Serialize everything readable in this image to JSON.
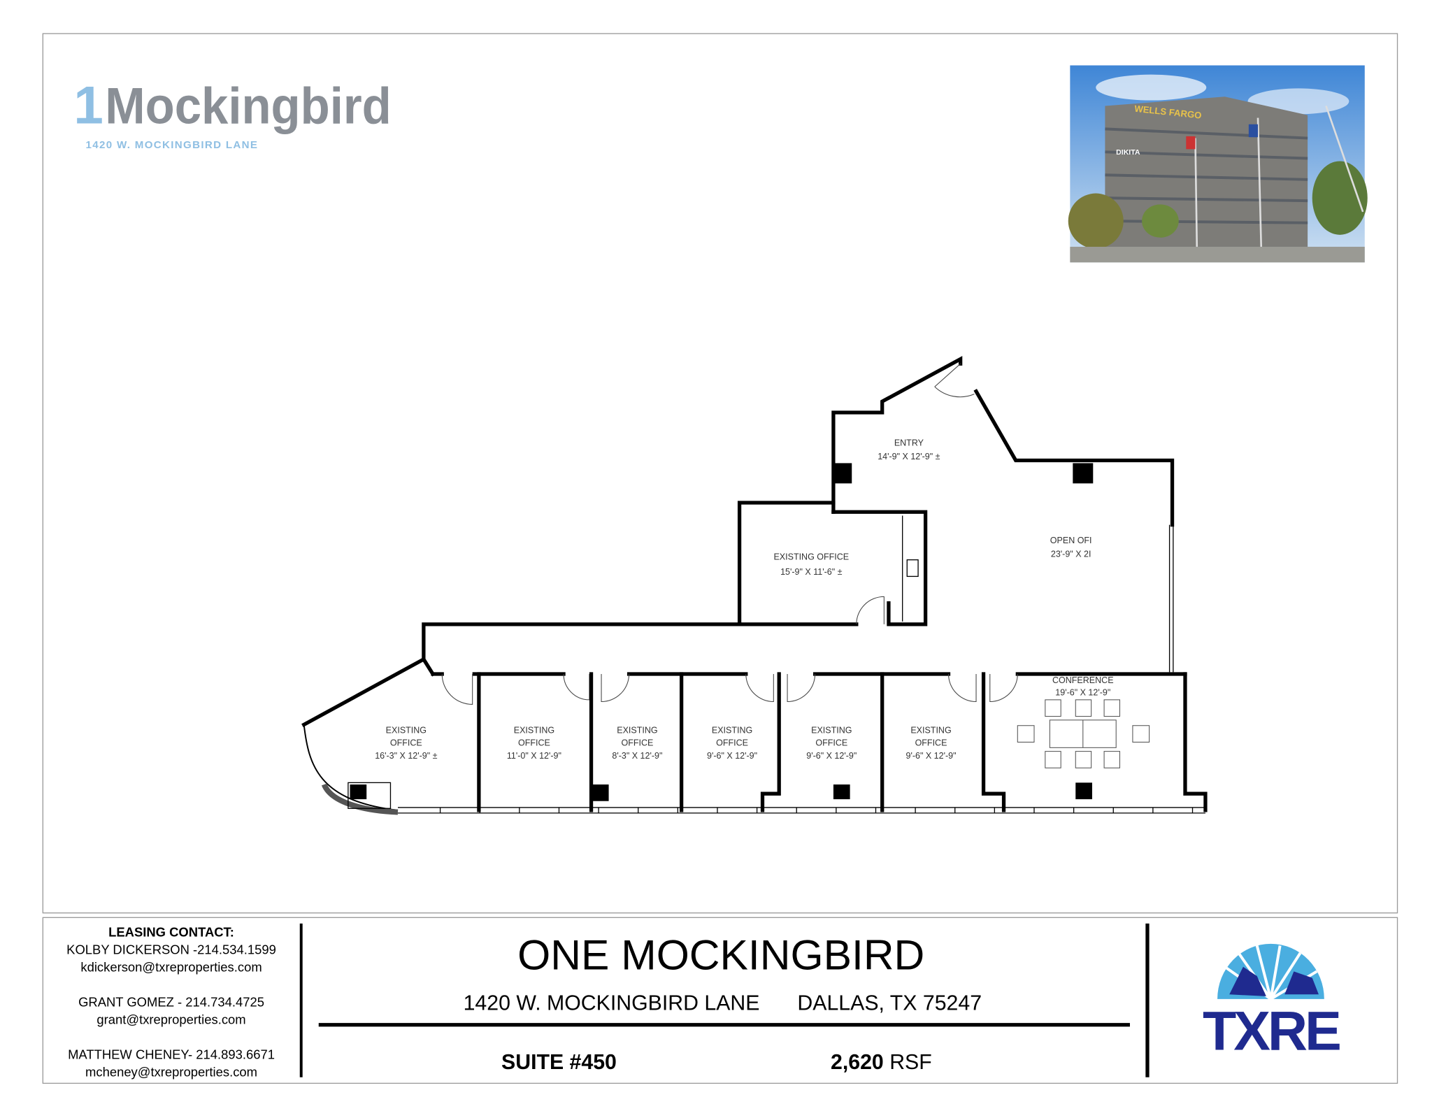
{
  "header": {
    "logo": {
      "numeral": "1",
      "wordmark": "Mockingbird",
      "subtitle": "1420 W. MOCKINGBIRD LANE",
      "gray": "#8a8f96",
      "blue": "#8fbfe3"
    },
    "photo": {
      "signage": [
        "WELLS FARGO",
        "DIKITA"
      ]
    }
  },
  "floorplan": {
    "rooms": [
      {
        "name": "ENTRY",
        "dims": "14'-9\" X 12'-9\" ±"
      },
      {
        "name": "EXISTING OFFICE",
        "dims": "15'-9\" X 11'-6\" ±"
      },
      {
        "name": "OPEN OFI",
        "dims": "23'-9\" X 2I"
      },
      {
        "name": "CONFERENCE",
        "dims": "19'-6\" X 12'-9\""
      },
      {
        "name": "EXISTING OFFICE",
        "dims": "16'-3\" X 12'-9\" ±"
      },
      {
        "name": "EXISTING OFFICE",
        "dims": "11'-0\" X 12'-9\""
      },
      {
        "name": "EXISTING OFFICE",
        "dims": "8'-3\" X 12'-9\""
      },
      {
        "name": "EXISTING OFFICE",
        "dims": "9'-6\" X 12'-9\""
      },
      {
        "name": "EXISTING OFFICE",
        "dims": "9'-6\" X 12'-9\""
      },
      {
        "name": "EXISTING OFFICE",
        "dims": "9'-6\" X 12'-9\""
      }
    ]
  },
  "footer": {
    "contact_heading": "LEASING CONTACT:",
    "contacts": [
      {
        "line": "KOLBY DICKERSON -214.534.1599",
        "email": "kdickerson@txreproperties.com"
      },
      {
        "line": "GRANT GOMEZ - 214.734.4725",
        "email": "grant@txreproperties.com"
      },
      {
        "line": "MATTHEW CHENEY- 214.893.6671",
        "email": "mcheney@txreproperties.com"
      }
    ],
    "title": "ONE MOCKINGBIRD",
    "street": "1420 W. MOCKINGBIRD LANE",
    "city": "DALLAS, TX 75247",
    "suite": "SUITE #450",
    "area_value": "2,620",
    "area_unit": "RSF",
    "brand_logo": {
      "text": "TXRE",
      "dark": "#1f2a8f",
      "light": "#4aaee0"
    }
  }
}
